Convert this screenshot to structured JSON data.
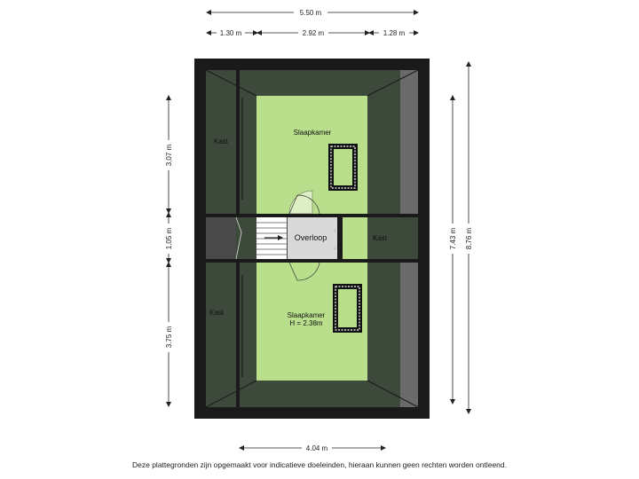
{
  "dimensions": {
    "top_total": "5.50 m",
    "top_left": "1.30 m",
    "top_middle": "2.92 m",
    "top_right": "1.28 m",
    "left_top": "3.07 m",
    "left_middle": "1.05 m",
    "left_bottom": "3.75 m",
    "right_inner": "7.43 m",
    "right_outer": "8.76 m",
    "bottom": "4.04 m"
  },
  "rooms": {
    "kast_top_left": "Kast",
    "slaapkamer_top": "Slaapkamer",
    "overloop": "Overloop",
    "kast_right": "Kast",
    "kast_bottom_left": "Kast",
    "slaapkamer_bottom": "Slaapkamer",
    "slaapkamer_bottom_height": "H = 2.38m"
  },
  "disclaimer": "Deze plattegronden zijn opgemaakt voor indicatieve doeleinden, hieraan kunnen geen rechten worden ontleend.",
  "colors": {
    "wall": "#1a1a1a",
    "room_green": "#b9df8c",
    "slope_dark": "#3d4a3b",
    "stair_grey": "#d9d9d9"
  }
}
